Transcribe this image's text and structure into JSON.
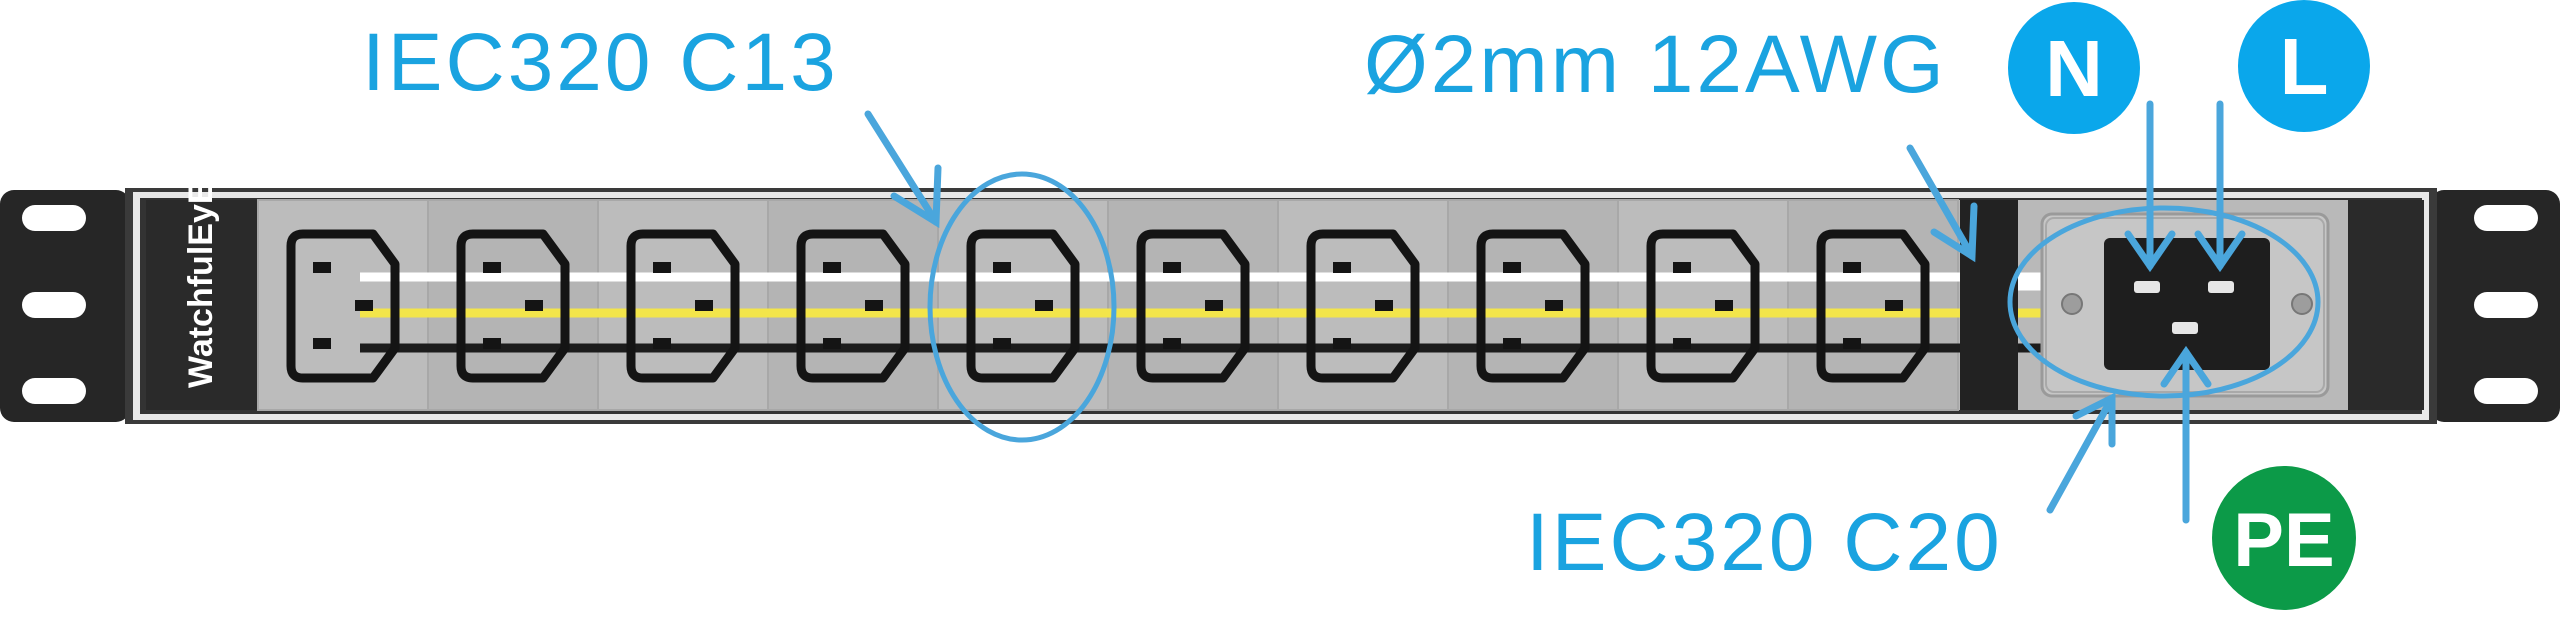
{
  "labels": {
    "c13": "IEC320 C13",
    "wire": "Ø2mm 12AWG",
    "c20": "IEC320 C20",
    "brand": "WatchfulEyE"
  },
  "badges": {
    "neutral": "N",
    "line": "L",
    "earth": "PE"
  },
  "outlet_count": 10,
  "colors": {
    "label_blue": "#1aa3e0",
    "arrow_blue": "#4aa6dc",
    "badge_blue": "#0aa7eb",
    "badge_green": "#0c9a48",
    "panel_gray": "#b9b9b9",
    "frame_dark": "#262626",
    "wire_yellow": "#f3e54a",
    "wire_white": "#ffffff"
  }
}
